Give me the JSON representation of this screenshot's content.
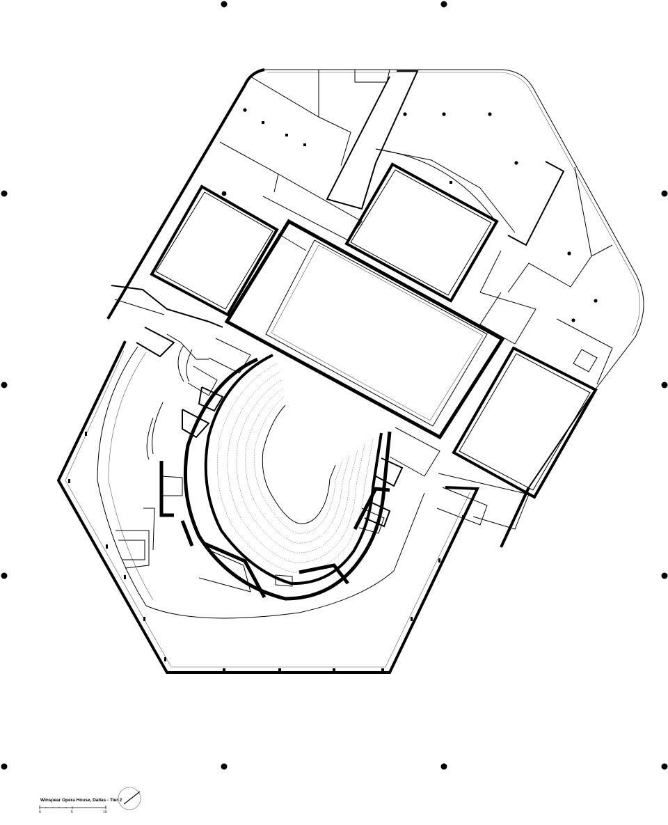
{
  "drawing": {
    "title": "Winspear Opera House, Dallas - Tier 2",
    "scale_labels": [
      "0",
      "5",
      "10"
    ],
    "north_arrow_icon": "north-arrow-icon",
    "line_color": "#000000",
    "background_color": "#ffffff"
  }
}
